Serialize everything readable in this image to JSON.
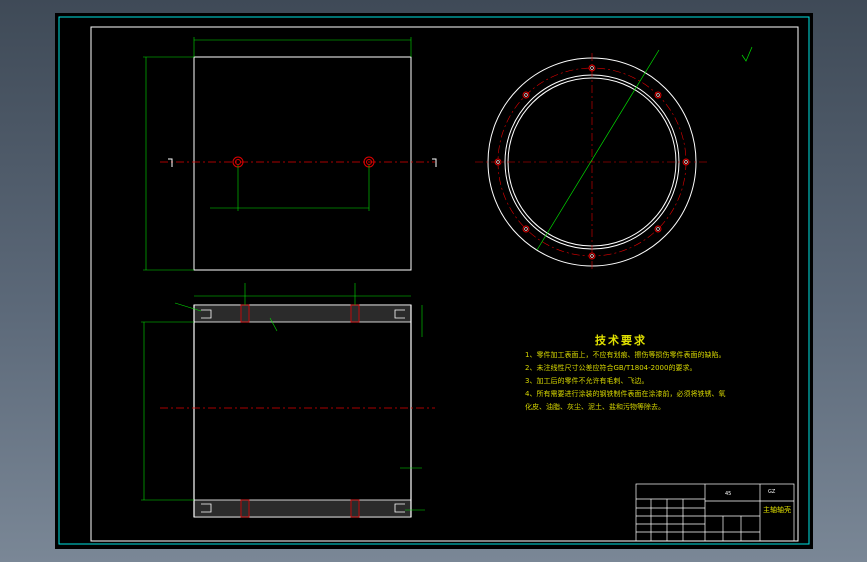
{
  "technical_requirements": {
    "title": "技术要求",
    "notes": [
      "1、零件加工表面上，不应有划痕、擦伤等损伤零件表面的缺陷。",
      "2、未注线性尺寸公差应符合GB/T1804-2000的要求。",
      "3、加工后的零件不允许有毛刺、飞边。",
      "4、所有需要进行涂装的钢铁制件表面在涂漆前，必须将铁锈、氧",
      "化皮、油脂、灰尘、泥土、盐和污物等除去。"
    ]
  },
  "title_block": {
    "part_name": "主轴轴壳",
    "material": "45",
    "code": "GZ"
  },
  "colors": {
    "outline": "#ffffff",
    "dimension": "#00e000",
    "centerline": "#e00000",
    "hole": "#e00000",
    "text_notes": "#e0e000",
    "frame": "#00e5e5"
  }
}
